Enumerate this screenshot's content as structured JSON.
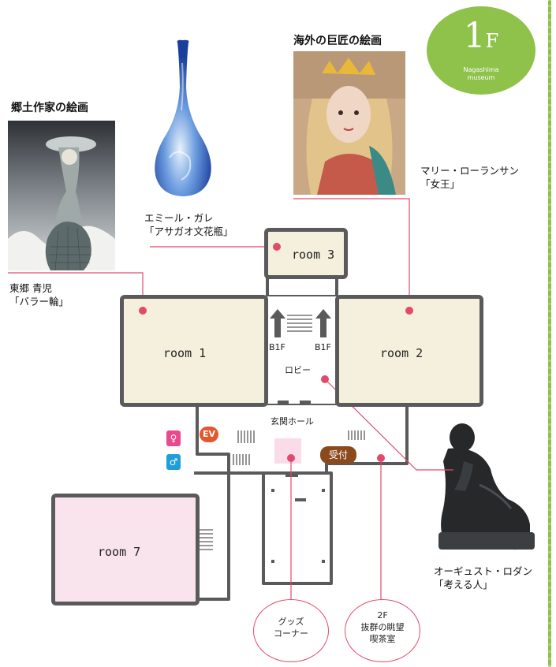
{
  "floor_badge": {
    "floor": "1",
    "floor_suffix": "F",
    "museum_line1": "Nagashima",
    "museum_line2": "museum"
  },
  "sections": {
    "local_artist": "郷土作家の絵画",
    "foreign_master": "海外の巨匠の絵画"
  },
  "artworks": {
    "bara": {
      "artist": "東郷 青児",
      "title": "「バラー輪」"
    },
    "vase": {
      "artist": "エミール・ガレ",
      "title": "「アサガオ文花瓶」"
    },
    "queen": {
      "artist": "マリー・ローランサン",
      "title": "「女王」"
    },
    "thinker": {
      "artist": "オーギュスト・ロダン",
      "title": "「考える人」"
    }
  },
  "rooms": {
    "room1": "room 1",
    "room2": "room 2",
    "room3": "room 3",
    "room7": "room 7"
  },
  "labels": {
    "stairs_left": "B1F",
    "stairs_right": "B1F",
    "lobby": "ロビー",
    "entrance_hall": "玄関ホール",
    "reception": "受付",
    "elevator": "EV"
  },
  "callouts": {
    "goods_line1": "グッズ",
    "goods_line2": "コーナー",
    "cafe_line1": "2F",
    "cafe_line2": "抜群の眺望",
    "cafe_line3": "喫茶室"
  },
  "colors": {
    "accent_green": "#8fc24a",
    "pin_red": "#e24a6b",
    "wall": "#5a5a5a",
    "room_fill": "#f4f0dd",
    "room7_fill": "#f9e4ee"
  }
}
